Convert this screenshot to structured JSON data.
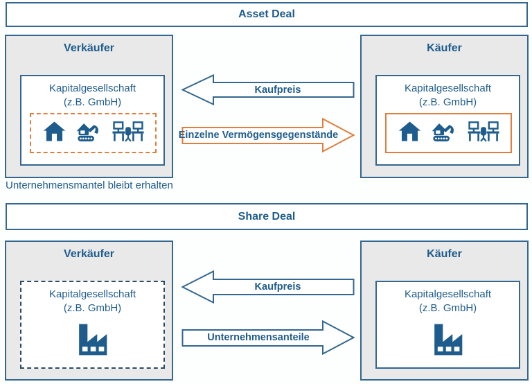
{
  "colors": {
    "text_blue": "#1d5c8c",
    "border_blue": "#33678f",
    "dashed_navy": "#2b4a63",
    "orange": "#e07e3c",
    "box_gray": "#e9e9e9",
    "background": "#fdfefe"
  },
  "asset_deal": {
    "title": "Asset Deal",
    "seller": {
      "title": "Verkäufer",
      "company_line1": "Kapitalgesellschaft",
      "company_line2": "(z.B. GmbH)"
    },
    "buyer": {
      "title": "Käufer",
      "company_line1": "Kapitalgesellschaft",
      "company_line2": "(z.B. GmbH)"
    },
    "arrow_price": "Kaufpreis",
    "arrow_goods": "Einzelne Vermögensgegenstände",
    "caption": "Unternehmensmantel bleibt erhalten"
  },
  "share_deal": {
    "title": "Share Deal",
    "seller": {
      "title": "Verkäufer",
      "company_line1": "Kapitalgesellschaft",
      "company_line2": "(z.B. GmbH)"
    },
    "buyer": {
      "title": "Käufer",
      "company_line1": "Kapitalgesellschaft",
      "company_line2": "(z.B. GmbH)"
    },
    "arrow_price": "Kaufpreis",
    "arrow_shares": "Unternehmensanteile"
  },
  "icons": {
    "assets": [
      "house-icon",
      "excavator-icon",
      "workstation-icon"
    ],
    "company": "factory-icon"
  }
}
